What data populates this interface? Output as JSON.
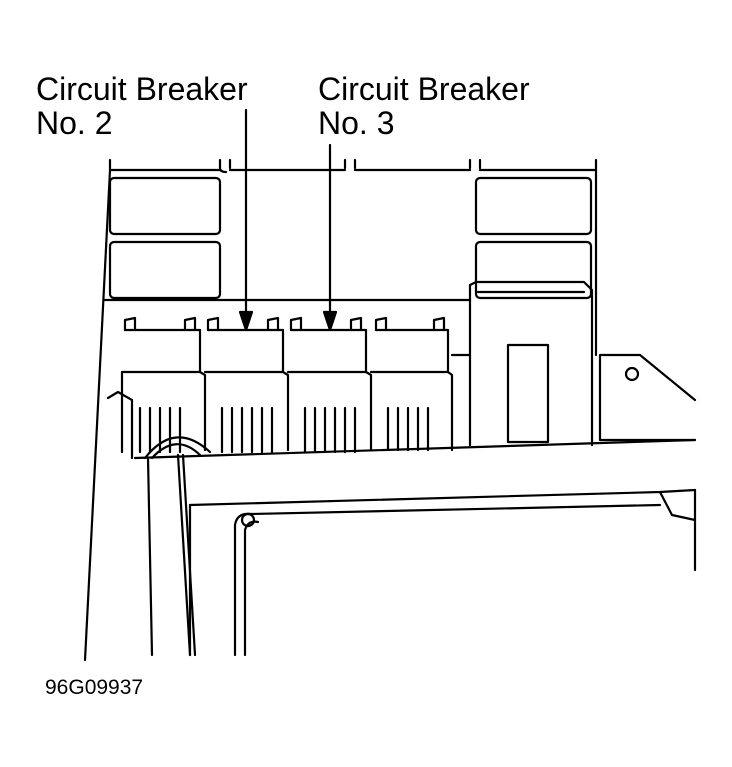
{
  "labels": {
    "breaker2_line1": "Circuit Breaker",
    "breaker2_line2": "No. 2",
    "breaker3_line1": "Circuit Breaker",
    "breaker3_line2": "No. 3"
  },
  "figure_id": "96G09937",
  "colors": {
    "ink": "#000000",
    "paper": "#ffffff"
  }
}
